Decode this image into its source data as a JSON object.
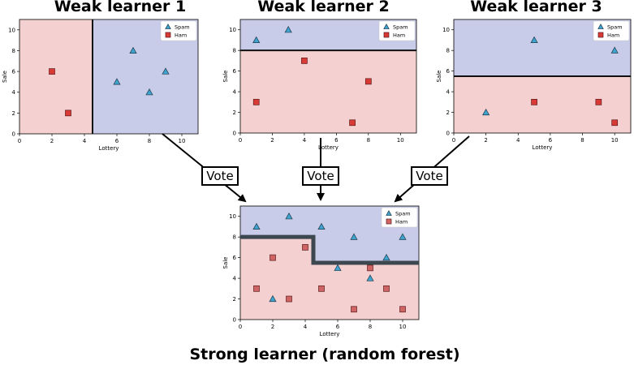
{
  "colors": {
    "spam_region": "#c8cce8",
    "ham_region": "#f4d0d0",
    "spam_marker": "#3ea3cf",
    "ham_marker_weak": "#d93a36",
    "ham_marker_strong": "#cf6464",
    "boundary_weak": "#111111",
    "boundary_strong": "#3c4750"
  },
  "panels": [
    {
      "id": "weak-learner-1",
      "heading": "Weak learner 1"
    },
    {
      "id": "weak-learner-2",
      "heading": "Weak learner 2"
    },
    {
      "id": "weak-learner-3",
      "heading": "Weak learner 3"
    },
    {
      "id": "strong-learner",
      "heading": "Strong learner (random forest)"
    }
  ],
  "vote_label": "Vote",
  "chart_data": [
    {
      "type": "scatter",
      "title": "Weak learner 1",
      "xlabel": "Lottery",
      "ylabel": "Sale",
      "xlim": [
        0,
        11
      ],
      "ylim": [
        0,
        11
      ],
      "xticks": [
        0,
        2,
        4,
        6,
        8,
        10
      ],
      "yticks": [
        0,
        2,
        4,
        6,
        8,
        10
      ],
      "legend": "top-right",
      "series": [
        {
          "name": "Spam",
          "marker": "triangle",
          "x": [
            6,
            7,
            8,
            9
          ],
          "y": [
            5,
            8,
            4,
            6
          ]
        },
        {
          "name": "Ham",
          "marker": "square",
          "x": [
            2,
            3
          ],
          "y": [
            6,
            2
          ]
        }
      ],
      "boundary": {
        "orientation": "vertical",
        "x": 4.5,
        "left": "Ham",
        "right": "Spam"
      }
    },
    {
      "type": "scatter",
      "title": "Weak learner 2",
      "xlabel": "Lottery",
      "ylabel": "Sale",
      "xlim": [
        0,
        11
      ],
      "ylim": [
        0,
        11
      ],
      "xticks": [
        0,
        2,
        4,
        6,
        8,
        10
      ],
      "yticks": [
        0,
        2,
        4,
        6,
        8,
        10
      ],
      "legend": "top-right",
      "series": [
        {
          "name": "Spam",
          "marker": "triangle",
          "x": [
            1,
            3
          ],
          "y": [
            9,
            10
          ]
        },
        {
          "name": "Ham",
          "marker": "square",
          "x": [
            1,
            4,
            7,
            8
          ],
          "y": [
            3,
            7,
            1,
            5
          ]
        }
      ],
      "boundary": {
        "orientation": "horizontal",
        "y": 8,
        "above": "Spam",
        "below": "Ham"
      }
    },
    {
      "type": "scatter",
      "title": "Weak learner 3",
      "xlabel": "Lottery",
      "ylabel": "Sale",
      "xlim": [
        0,
        11
      ],
      "ylim": [
        0,
        11
      ],
      "xticks": [
        0,
        2,
        4,
        6,
        8,
        10
      ],
      "yticks": [
        0,
        2,
        4,
        6,
        8,
        10
      ],
      "legend": "top-right",
      "series": [
        {
          "name": "Spam",
          "marker": "triangle",
          "x": [
            2,
            5,
            10
          ],
          "y": [
            2,
            9,
            8
          ]
        },
        {
          "name": "Ham",
          "marker": "square",
          "x": [
            5,
            9,
            10
          ],
          "y": [
            3,
            3,
            1
          ]
        }
      ],
      "boundary": {
        "orientation": "horizontal",
        "y": 5.5,
        "above": "Spam",
        "below": "Ham"
      }
    },
    {
      "type": "scatter",
      "title": "Strong learner (random forest)",
      "xlabel": "Lottery",
      "ylabel": "Sale",
      "xlim": [
        0,
        11
      ],
      "ylim": [
        0,
        11
      ],
      "xticks": [
        0,
        2,
        4,
        6,
        8,
        10
      ],
      "yticks": [
        0,
        2,
        4,
        6,
        8,
        10
      ],
      "legend": "top-right",
      "series": [
        {
          "name": "Spam",
          "marker": "triangle",
          "x": [
            1,
            2,
            3,
            5,
            6,
            7,
            8,
            9,
            10
          ],
          "y": [
            9,
            2,
            10,
            9,
            5,
            8,
            4,
            6,
            8
          ]
        },
        {
          "name": "Ham",
          "marker": "square",
          "x": [
            1,
            2,
            3,
            4,
            5,
            7,
            8,
            9,
            10
          ],
          "y": [
            3,
            6,
            2,
            7,
            3,
            1,
            5,
            3,
            1
          ]
        }
      ],
      "boundary": {
        "orientation": "step",
        "points": [
          [
            0,
            8
          ],
          [
            4.5,
            8
          ],
          [
            4.5,
            5.5
          ],
          [
            11,
            5.5
          ]
        ],
        "above": "Spam",
        "below": "Ham"
      }
    }
  ]
}
